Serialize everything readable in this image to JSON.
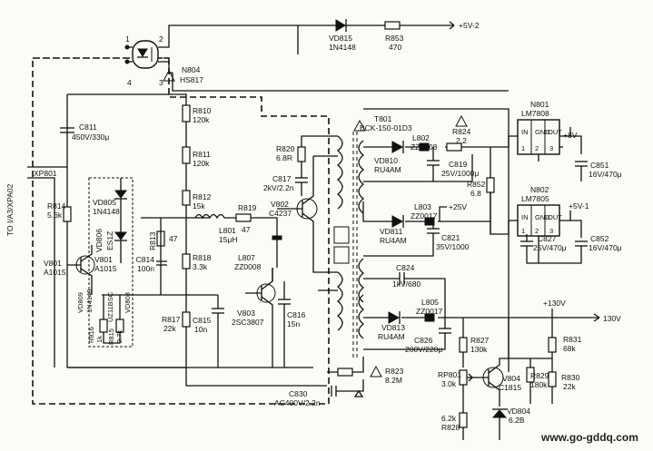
{
  "connector": {
    "side_label": "TO I/A3/XPA02",
    "id": "XP801"
  },
  "optocoupler": {
    "id": "N804",
    "part": "HS817",
    "pin1": "1",
    "pin2": "2",
    "pin3": "3",
    "pin4": "4"
  },
  "transformer": {
    "id": "T801",
    "part": "BCK-150-01D3"
  },
  "regulators": [
    {
      "id": "N801",
      "part": "LM7808",
      "pins": [
        "IN",
        "GND",
        "OUT"
      ],
      "nums": [
        "1",
        "2",
        "3"
      ]
    },
    {
      "id": "N802",
      "part": "LM7805",
      "pins": [
        "IN",
        "GND",
        "OUT"
      ],
      "nums": [
        "1",
        "2",
        "3"
      ]
    }
  ],
  "rails": {
    "p5v2": "+5V-2",
    "p8v": "+8V",
    "p25v": "+25V",
    "p5v1": "+5V-1",
    "p130v": "+130V",
    "out130": "130V"
  },
  "parts": {
    "vd815": [
      "VD815",
      "1N4148"
    ],
    "r853": [
      "R853",
      "470"
    ],
    "c811": [
      "C811",
      "450V/330μ"
    ],
    "r810": [
      "R810",
      "120k"
    ],
    "r811": [
      "R811",
      "120k"
    ],
    "r812": [
      "R812",
      "15k"
    ],
    "r813": [
      "R813",
      "47"
    ],
    "c814": [
      "C814",
      "100n"
    ],
    "l801": [
      "L801",
      "15μH"
    ],
    "r819": [
      "R819",
      "47"
    ],
    "r818": [
      "R818",
      "3.3k"
    ],
    "l807": [
      "L807",
      "ZZ0008"
    ],
    "r820": [
      "R820",
      "6.8R"
    ],
    "c817": [
      "C817",
      "2kV/2.2n"
    ],
    "v802": [
      "V802",
      "C4237"
    ],
    "v803": [
      "V803",
      "2SC3807"
    ],
    "c816": [
      "C816",
      "15n"
    ],
    "c815": [
      "C815",
      "10n"
    ],
    "r817": [
      "R817",
      "22k"
    ],
    "r814": [
      "R814",
      "5.6k"
    ],
    "vd805": [
      "VD805",
      "1N4148"
    ],
    "vd806": [
      "VD806",
      "ES1Z"
    ],
    "v801": [
      "V801",
      "A1015"
    ],
    "v801b": [
      "V801",
      "A1015"
    ],
    "vd809": [
      "VD809",
      "1N4148"
    ],
    "uz": [
      "UZ11BSC"
    ],
    "r816": [
      "R816",
      "1k"
    ],
    "r815": [
      "R815",
      "2.7k"
    ],
    "vd808": [
      "VD808"
    ],
    "l802": [
      "L802",
      "ZZ0008"
    ],
    "r824": [
      "R824",
      "2.2"
    ],
    "vd810": [
      "VD810",
      "RU4AM"
    ],
    "c819": [
      "C819",
      "25V/1000μ"
    ],
    "r852": [
      "R852",
      "6.8"
    ],
    "l803": [
      "L803",
      "ZZ0017"
    ],
    "vd811": [
      "VD811",
      "RU4AM"
    ],
    "c821": [
      "C821",
      "35V/1000"
    ],
    "c851": [
      "C851",
      "16V/470μ"
    ],
    "c827": [
      "C827",
      "25V/470μ"
    ],
    "c852": [
      "C852",
      "16V/470μ"
    ],
    "c824": [
      "C824",
      "1kV/680"
    ],
    "l805": [
      "L805",
      "ZZ0017"
    ],
    "vd813": [
      "VD813",
      "RU4AM"
    ],
    "c826": [
      "C826",
      "200V/220μ"
    ],
    "r827": [
      "R827",
      "130k"
    ],
    "r831": [
      "R831",
      "68k"
    ],
    "rp801": [
      "RP801",
      "3.0k"
    ],
    "v804": [
      "V804",
      "C1815"
    ],
    "r829": [
      "R829",
      "180k"
    ],
    "r830": [
      "R830",
      "22k"
    ],
    "vd804": [
      "VD804",
      "6.2B"
    ],
    "r828": [
      "6.2k",
      "R828"
    ],
    "r823": [
      "R823",
      "8.2M"
    ],
    "c830": [
      "C830",
      "AC400V/2.2n"
    ]
  },
  "watermark": "www.go-gddq.com"
}
